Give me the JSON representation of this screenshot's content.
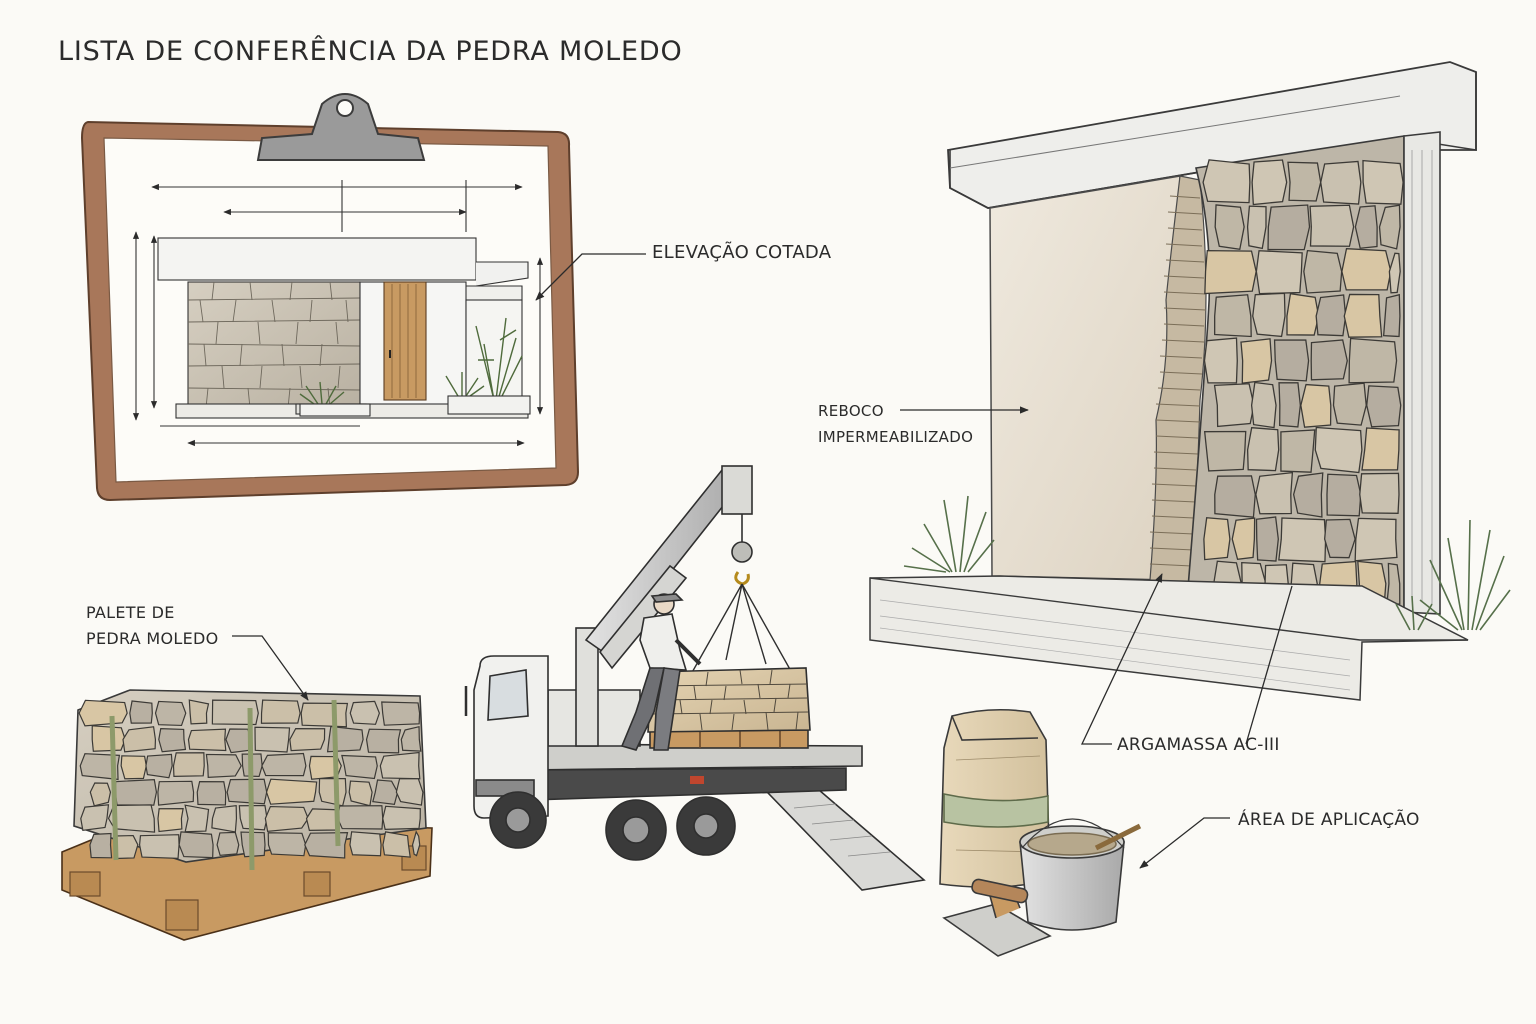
{
  "title": "LISTA DE CONFERÊNCIA DA PEDRA MOLEDO",
  "labels": {
    "elevacao": "ELEVAÇÃO COTADA",
    "reboco_line1": "REBOCO",
    "reboco_line2": "IMPERMEABILIZADO",
    "palete_line1": "PALETE DE",
    "palete_line2": "PEDRA MOLEDO",
    "argamassa": "ARGAMASSA AC-III",
    "area": "ÁREA DE APLICAÇÃO"
  },
  "colors": {
    "paper": "#fbfaf6",
    "ink": "#2b2b2b",
    "clipboard_frame": "#a8775a",
    "stone": "#c9c1b0",
    "stone_warm": "#d8c6a4",
    "wood": "#c89a62",
    "plaster": "#e6ded0",
    "plant": "#7c9a6a",
    "strap": "#8d9a6a",
    "bag_band": "#b8c3a2",
    "hook": "#d4b24a",
    "taillight": "#c0462e"
  },
  "icons": {
    "clipboard": "clipboard-icon",
    "truck": "crane-truck-icon",
    "pallet": "stone-pallet-icon",
    "wall": "stone-wall-icon",
    "mortar_bag": "mortar-bag-icon",
    "bucket": "bucket-icon",
    "trowel": "trowel-icon"
  }
}
